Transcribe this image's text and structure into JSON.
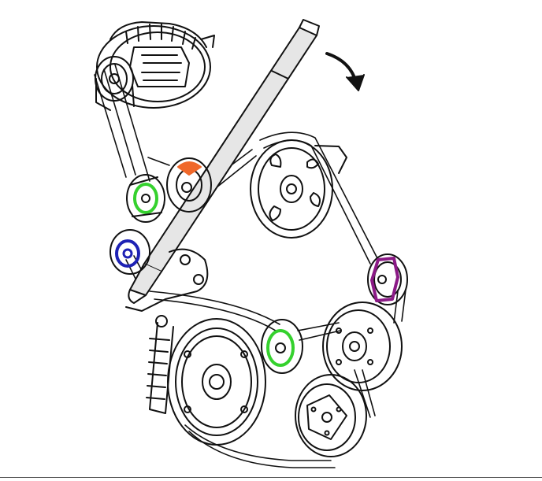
{
  "diagram": {
    "kind": "serpentine-drive-belt-routing",
    "background": "#ffffff",
    "line_color": "#111111",
    "components": [
      {
        "id": "alternator",
        "icon": "alternator-icon"
      },
      {
        "id": "belt-tensioner-tool",
        "icon": "wrench-bar-icon"
      },
      {
        "id": "rotation-arrow",
        "icon": "curved-arrow-clockwise-icon"
      },
      {
        "id": "power-steering-pump",
        "icon": "pulley-icon"
      },
      {
        "id": "idler-pulley-upper",
        "icon": "pulley-icon"
      },
      {
        "id": "idler-pulley-left",
        "icon": "pulley-icon"
      },
      {
        "id": "tensioner-pulley",
        "icon": "pulley-icon"
      },
      {
        "id": "idler-pulley-right",
        "icon": "pulley-icon"
      },
      {
        "id": "water-pump-pulley",
        "icon": "pulley-icon"
      },
      {
        "id": "idler-pulley-lower",
        "icon": "pulley-icon"
      },
      {
        "id": "crankshaft-pulley",
        "icon": "pulley-icon"
      },
      {
        "id": "ac-compressor-clutch",
        "icon": "pulley-icon"
      },
      {
        "id": "tensioner-spring",
        "icon": "spring-icon"
      }
    ],
    "highlight_colors": {
      "upper_left_idler": "#35d12e",
      "alternator_side_bolt": "#f0682a",
      "tensioner_pulley": "#1e22b4",
      "right_idler": "#8b1a86",
      "lower_idler": "#35d12e"
    }
  }
}
